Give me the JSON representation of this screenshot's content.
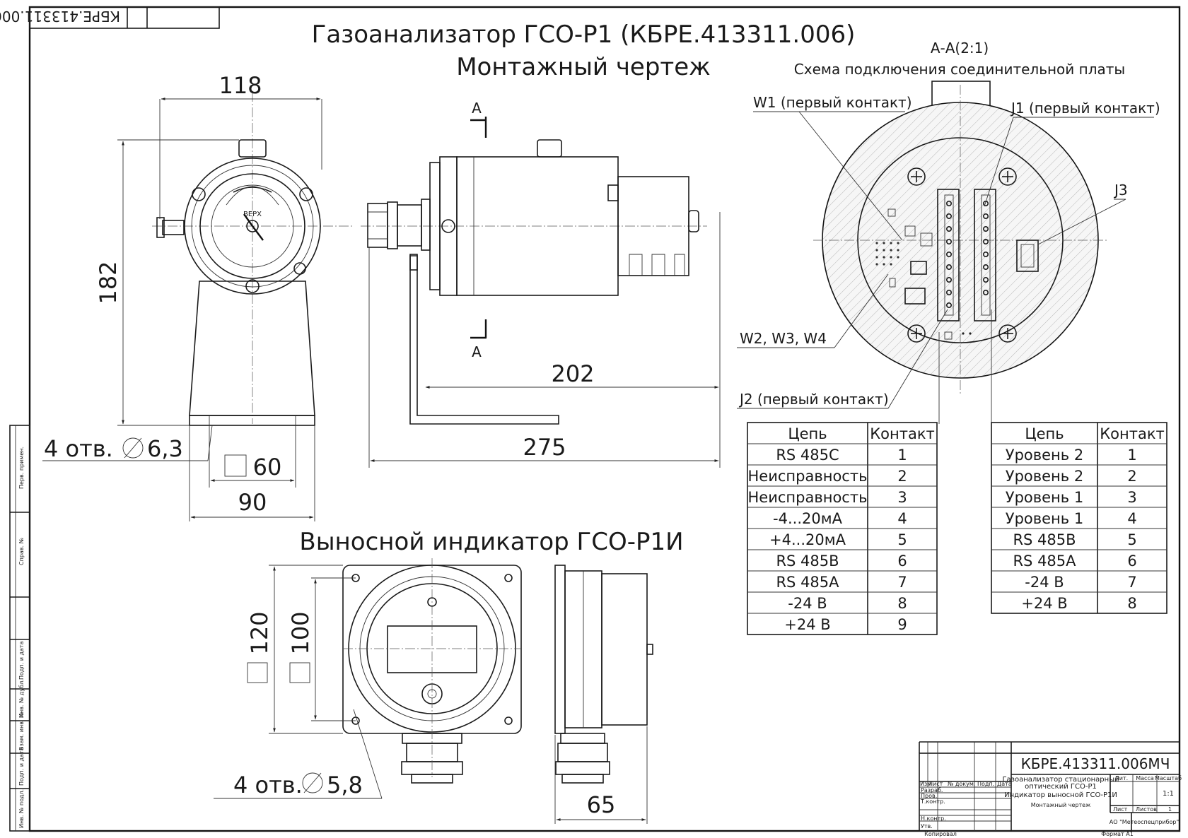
{
  "stamp_top": "КБРЕ.413311.006МЧ",
  "title_line1": "Газоанализатор ГСО-Р1 (КБРЕ.413311.006)",
  "title_line2": "Монтажный чертеж",
  "section_label": "А-А(2:1)",
  "section_title": "Схема подключения соединительной платы",
  "indicator_title": "Выносной индикатор ГСО-Р1И",
  "cut_letter": "А",
  "front_knob_label": "ВЕРХ",
  "callouts": {
    "w1": "W1 (первый контакт)",
    "j1": "J1 (первый контакт)",
    "j3": "J3",
    "w2": "W2, W3, W4",
    "j2": "J2 (первый контакт)"
  },
  "dims": {
    "d118": "118",
    "d182": "182",
    "d202": "202",
    "d275": "275",
    "d60": "60",
    "d90": "90",
    "holes_main_prefix": "4 отв.",
    "holes_main_value": "6,3",
    "d120": "120",
    "d100": "100",
    "holes_ind_prefix": "4 отв.",
    "holes_ind_value": "5,8",
    "d65": "65"
  },
  "table_left": {
    "headers": [
      "Цепь",
      "Контакт"
    ],
    "rows": [
      [
        "RS 485C",
        "1"
      ],
      [
        "Неисправность",
        "2"
      ],
      [
        "Неисправность",
        "3"
      ],
      [
        "-4...20мА",
        "4"
      ],
      [
        "+4...20мА",
        "5"
      ],
      [
        "RS 485B",
        "6"
      ],
      [
        "RS 485A",
        "7"
      ],
      [
        "-24 В",
        "8"
      ],
      [
        "+24 В",
        "9"
      ]
    ]
  },
  "table_right": {
    "headers": [
      "Цепь",
      "Контакт"
    ],
    "rows": [
      [
        "Уровень 2",
        "1"
      ],
      [
        "Уровень 2",
        "2"
      ],
      [
        "Уровень 1",
        "3"
      ],
      [
        "Уровень 1",
        "4"
      ],
      [
        "RS 485B",
        "5"
      ],
      [
        "RS 485A",
        "6"
      ],
      [
        "-24 В",
        "7"
      ],
      [
        "+24 В",
        "8"
      ]
    ]
  },
  "side_strip": [
    "Перв. примен.",
    "Справ. №",
    "Подп. и дата",
    "Инв. № дубл.",
    "Взам. инв. №",
    "Подп. и дата",
    "Инв. № подл."
  ],
  "title_block": {
    "code": "КБРЕ.413311.006МЧ",
    "name_line1": "Газоанализатор стационарный",
    "name_line2": "оптический ГСО-Р1",
    "name_line3": "Индикатор выносной ГСО-Р1И",
    "name_line4": "Монтажный чертеж",
    "col_headers": [
      "Изм",
      "Лист",
      "№ докум.",
      "Подп.",
      "Дата"
    ],
    "roles": [
      "Разраб.",
      "Пров.",
      "Т.контр.",
      "",
      "Н.контр.",
      "Утв."
    ],
    "lit": "Лит.",
    "mass": "Масса",
    "scale": "Масштаб",
    "scale_value": "1:1",
    "sheet": "Лист",
    "sheets": "Листов",
    "sheets_value": "1",
    "org": "АО \"Метеоспецприбор\"",
    "copied": "Копировал",
    "format": "Формат А1"
  }
}
